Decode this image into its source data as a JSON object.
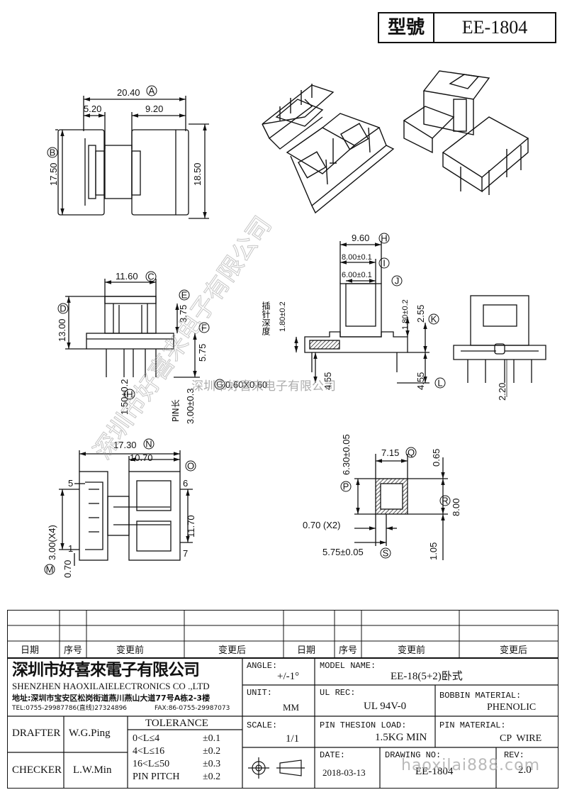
{
  "header": {
    "model_label": "型號",
    "model_value": "EE-1804"
  },
  "views": {
    "top": {
      "overall": "20.40",
      "overall_ref": "A",
      "left_w": "5.20",
      "right_w": "9.20",
      "height_b": "17.50",
      "height_b_ref": "B",
      "height_r": "18.50"
    },
    "front": {
      "width_c": "11.60",
      "width_c_ref": "C",
      "height_d": "13.00",
      "height_d_ref": "D",
      "dim_e": "3.75",
      "dim_e_ref": "E",
      "dim_f": "5.75",
      "dim_f_ref": "F",
      "dim_h": "1.50±0.2",
      "dim_h_ref": "H",
      "pin_len_label": "PIN长",
      "pin_len": "3.00±0.3",
      "pin_sq": "0.60X0.60",
      "pin_sq_ref": "G"
    },
    "side": {
      "dim_h": "9.60",
      "dim_h_ref": "H",
      "dim_i": "8.00±0.1",
      "dim_i_ref": "I",
      "dim_j": "6.00±0.1",
      "dim_j_ref": "J",
      "insert_label": "插针深度",
      "insert_val": "1.80±0.2",
      "dim_k1": "1.80±0.2",
      "dim_k2": "2.55",
      "dim_k_ref": "K",
      "dim_l_left": "4.55",
      "dim_l_right": "4.55",
      "dim_l_ref": "L",
      "dim_right": "2.20"
    },
    "bottom": {
      "dim_n": "17.30",
      "dim_n_ref": "N",
      "dim_w": "10.70",
      "dim_h": "11.70",
      "dim_h_ref": "O",
      "pitch": "3.00(X4)",
      "pitch_ref": "M",
      "dim_small": "0.70",
      "pins": [
        "5",
        "6",
        "1",
        "7"
      ]
    },
    "section": {
      "dim_p": "6.30±0.05",
      "dim_p_ref": "P",
      "dim_q": "7.15",
      "dim_q_ref": "Q",
      "dim_r": "8.00",
      "dim_r_ref": "R",
      "dim_065": "0.65",
      "dim_07": "0.70 (X2)",
      "dim_105": "1.05",
      "dim_s": "5.75±0.05",
      "dim_s_ref": "S"
    }
  },
  "watermark": {
    "diag": "深圳市好喜来电子有限公司",
    "mid": "深圳市好喜来电子有限公司",
    "url": "haoxilai888.com"
  },
  "rev_table": {
    "headers": [
      "日期",
      "序号",
      "变更前",
      "变更后",
      "日期",
      "序号",
      "变更前",
      "变更后"
    ]
  },
  "company": {
    "name_cn": "深圳市好喜來電子有限公司",
    "name_en": "SHENZHEN HAOXILAIELECTRONICS CO .,LTD",
    "address": "地址:深圳市宝安区松岗街道燕川燕山大道77号A栋2-3楼",
    "tel": "TEL:0755-29987786(直线)27324896",
    "fax": "FAX:86-0755-29987073"
  },
  "title_block": {
    "angle_label": "ANGLE:",
    "angle_val": "+/-1°",
    "model_name_label": "MODEL NAME:",
    "model_name_val": "EE-18(5+2)卧式",
    "unit_label": "UNIT:",
    "unit_val": "MM",
    "ul_label": "UL REC:",
    "ul_val": "UL 94V-0",
    "bobbin_label": "BOBBIN MATERIAL:",
    "bobbin_val": "PHENOLIC",
    "scale_label": "SCALE:",
    "scale_val": "1/1",
    "pin_load_label": "PIN THESION LOAD:",
    "pin_load_val": "1.5KG MIN",
    "pin_mat_label": "PIN MATERIAL:",
    "pin_mat_val": "CP  WIRE",
    "date_label": "DATE:",
    "date_val": "2018-03-13",
    "drawing_label": "DRAWING NO:",
    "drawing_val": "EE-1804",
    "rev_label": "REV:",
    "rev_val": "2.0",
    "drafter_label": "DRAFTER",
    "drafter_val": "W.G.Ping",
    "checker_label": "CHECKER",
    "checker_val": "L.W.Min",
    "tolerance_title": "TOLERANCE",
    "tolerance_rows": [
      {
        "range": "0<L≤4",
        "tol": "±0.1"
      },
      {
        "range": "4<L≤16",
        "tol": "±0.2"
      },
      {
        "range": "16<L≤50",
        "tol": "±0.3"
      },
      {
        "range": "PIN PITCH",
        "tol": "±0.2"
      }
    ]
  }
}
